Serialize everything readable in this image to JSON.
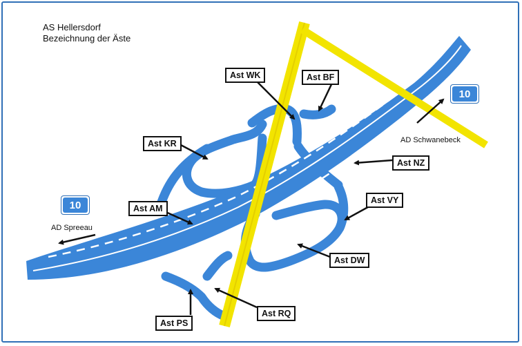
{
  "title": {
    "line1": "AS Hellersdorf",
    "line2": "Bezeichnung der Äste"
  },
  "branches": [
    {
      "id": "am",
      "label": "Ast AM"
    },
    {
      "id": "kr",
      "label": "Ast KR"
    },
    {
      "id": "wk",
      "label": "Ast WK"
    },
    {
      "id": "bf",
      "label": "Ast BF"
    },
    {
      "id": "nz",
      "label": "Ast NZ"
    },
    {
      "id": "vy",
      "label": "Ast VY"
    },
    {
      "id": "dw",
      "label": "Ast DW"
    },
    {
      "id": "rq",
      "label": "Ast RQ"
    },
    {
      "id": "ps",
      "label": "Ast PS"
    }
  ],
  "destinations": {
    "west": {
      "label": "AD Spreeau",
      "route": "10"
    },
    "east": {
      "label": "AD Schwanebeck",
      "route": "10"
    }
  },
  "colors": {
    "road": "#3b86d8",
    "lane_marking": "#ffffff",
    "crossing_road": "#f2e400",
    "arrow": "#111111"
  }
}
